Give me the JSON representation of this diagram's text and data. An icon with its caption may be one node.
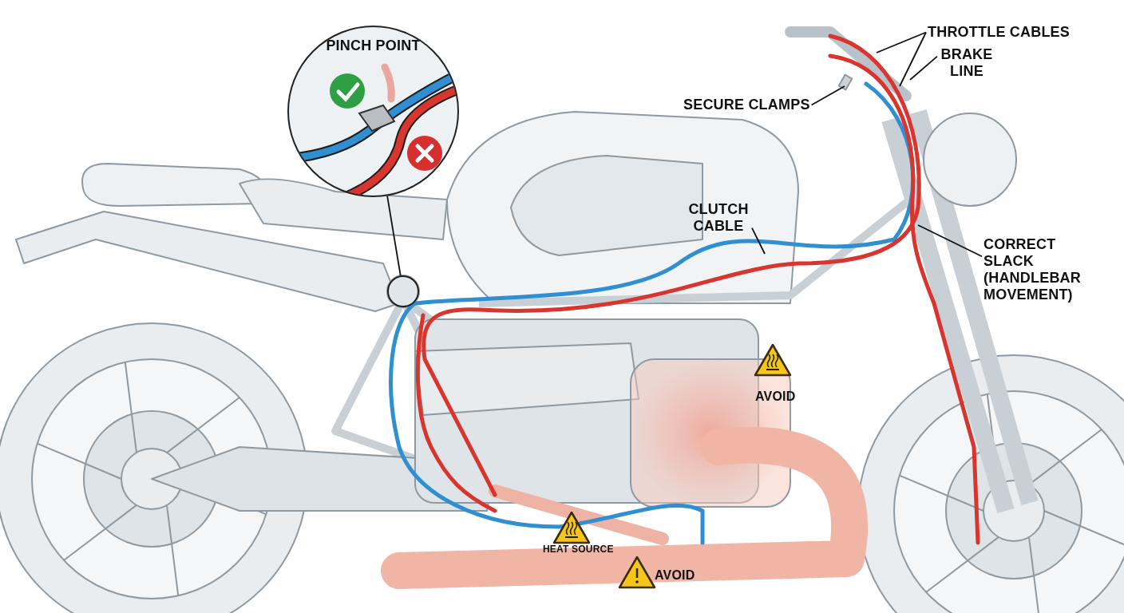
{
  "diagram": {
    "nodes": [
      {
        "text": [
          "PINCH POINT"
        ]
      },
      {
        "text": [],
        "shape": "circle"
      },
      {
        "text": [
          "THROTTLE CABLES"
        ]
      },
      {
        "text": [
          "BRAKE LINE"
        ]
      },
      {
        "text": [
          "SECURE CLAMPS"
        ]
      },
      {
        "text": [
          "CLUTCH CABLE"
        ]
      },
      {
        "text": [
          "CORRECT SLACK (HANDLEBAR MOVEMENT)"
        ]
      }
    ],
    "edges": [
      {
        "from": 0,
        "to": 1,
        "arrow": "none"
      },
      {
        "from": 2,
        "to": null,
        "arrow": "none"
      },
      {
        "from": 2,
        "to": null,
        "arrow": "none"
      },
      {
        "from": 3,
        "to": null,
        "arrow": "none"
      },
      {
        "from": 4,
        "to": null,
        "arrow": "none"
      },
      {
        "from": 5,
        "to": null,
        "arrow": "none"
      },
      {
        "from": 6,
        "to": null,
        "arrow": "none"
      }
    ],
    "labels": [
      "AVOID",
      "HEAT SOURCE",
      "AVOID"
    ]
  }
}
